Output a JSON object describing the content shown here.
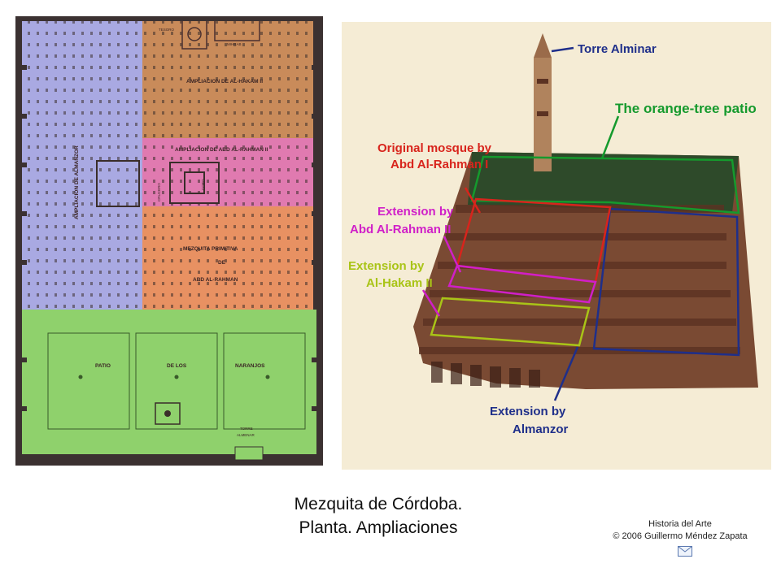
{
  "plan": {
    "zones": {
      "almanzor": "AMPLIACION DE ALMANZOR",
      "hakam": "AMPLIACION DE AL-HAKAM II",
      "rahman2": "AMPLIACION DE ABD AL-RAHMAN II",
      "primitive_1": "MEZQUITA PRIMITIVA",
      "primitive_2": "DE",
      "primitive_3": "ABD AL-RAHMAN",
      "patio_1": "PATIO",
      "patio_2": "DE LOS",
      "patio_3": "NARANJOS"
    },
    "small": {
      "tesoro": "TESORO",
      "mihrab": "MIHRAB",
      "crucero": "CRUCERO",
      "coro": "CORO",
      "torre": "TORRE",
      "almenar": "ALMENAR"
    },
    "colors": {
      "almanzor": "#a9a9e2",
      "hakam": "#c98b5a",
      "rahman2": "#e07ab0",
      "primitive": "#e89162",
      "patio": "#8fd16c"
    }
  },
  "photo": {
    "labels": {
      "torre": "Torre Alminar",
      "patio": "The orange-tree patio",
      "original_1": "Original mosque by",
      "original_2": "Abd Al-Rahman I",
      "ext2_1": "Extension by",
      "ext2_2": "Abd Al-Rahman II",
      "hakam_1": "Extension by",
      "hakam_2": "Al-Hakam II",
      "almanzor_1": "Extension by",
      "almanzor_2": "Almanzor"
    },
    "colors": {
      "torre": "#1f2f8a",
      "patio": "#159a2d",
      "original": "#d8241c",
      "ext2": "#d01fc8",
      "hakam": "#a9c417",
      "almanzor": "#1f2f8a",
      "background": "#f5ecd5"
    }
  },
  "caption": {
    "line1": "Mezquita de Córdoba.",
    "line2": "Planta. Ampliaciones"
  },
  "credit": {
    "line1": "Historia del Arte",
    "line2": "© 2006 Guillermo Méndez Zapata"
  },
  "icons": {
    "mail": "envelope-icon"
  }
}
